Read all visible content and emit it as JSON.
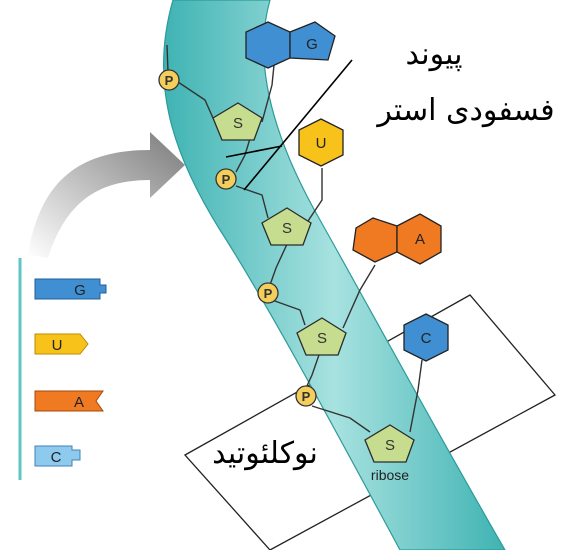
{
  "labels": {
    "phosphodiester_line1": "پیوند",
    "phosphodiester_line2": "فسفودی استر",
    "nucleotide": "نوکلئوتید",
    "ribose": "ribose"
  },
  "strand": {
    "phosphate": "P",
    "sugar": "S",
    "bases": [
      "G",
      "U",
      "A",
      "C"
    ]
  },
  "key": {
    "bases": [
      "G",
      "U",
      "A",
      "C"
    ]
  },
  "colors": {
    "backbone": "#5ec5c5",
    "backbone_edge": "#2d9a9a",
    "sugar": "#c6dc8e",
    "phosphate": "#f4ce5a",
    "G": "#3f8fd2",
    "U": "#f7c21a",
    "A": "#f07a22",
    "C": "#8ec9ee",
    "arrow": "#8a8a8a"
  }
}
